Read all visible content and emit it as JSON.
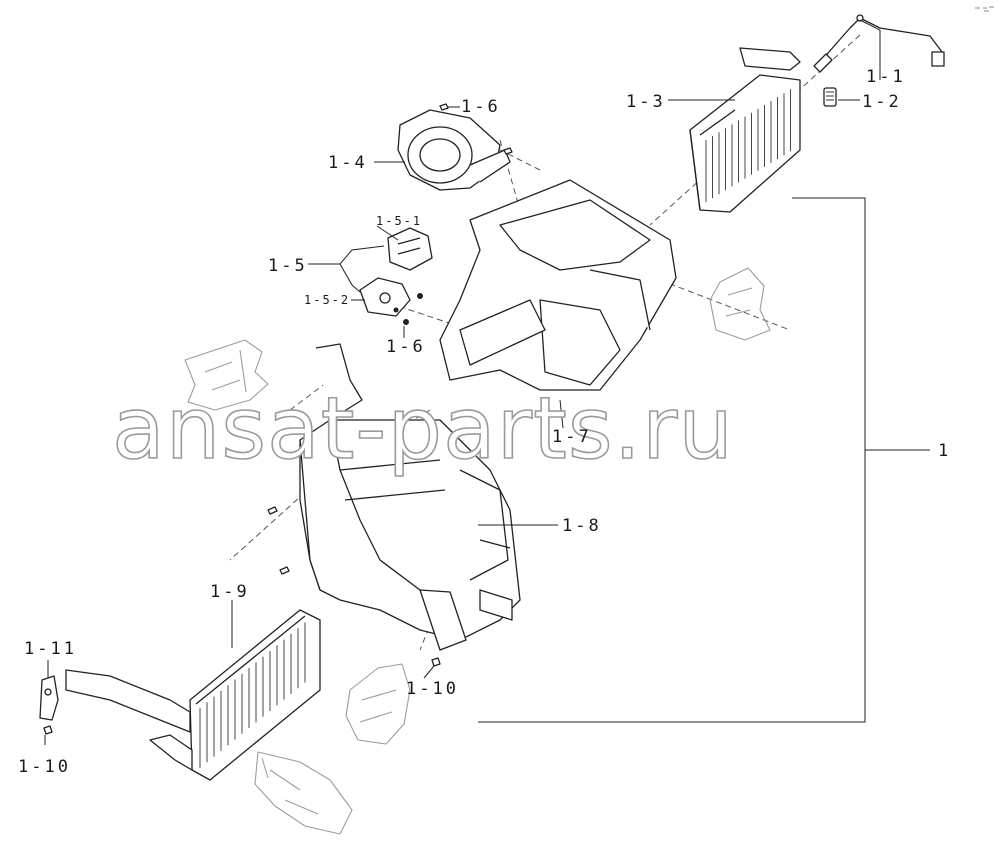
{
  "watermark": "ansat-parts.ru",
  "labels": {
    "p1": "1",
    "p1_1": "1-1",
    "p1_2": "1-2",
    "p1_3": "1-3",
    "p1_4": "1-4",
    "p1_5": "1-5",
    "p1_5_1": "1-5-1",
    "p1_5_2": "1-5-2",
    "p1_6a": "1-6",
    "p1_6b": "1-6",
    "p1_7": "1-7",
    "p1_8": "1-8",
    "p1_9": "1-9",
    "p1_10a": "1-10",
    "p1_10b": "1-10",
    "p1_11": "1-11"
  },
  "colors": {
    "line": "#222222",
    "ghost": "#9c9c9c",
    "watermark_outline": "#9a9a9a"
  }
}
